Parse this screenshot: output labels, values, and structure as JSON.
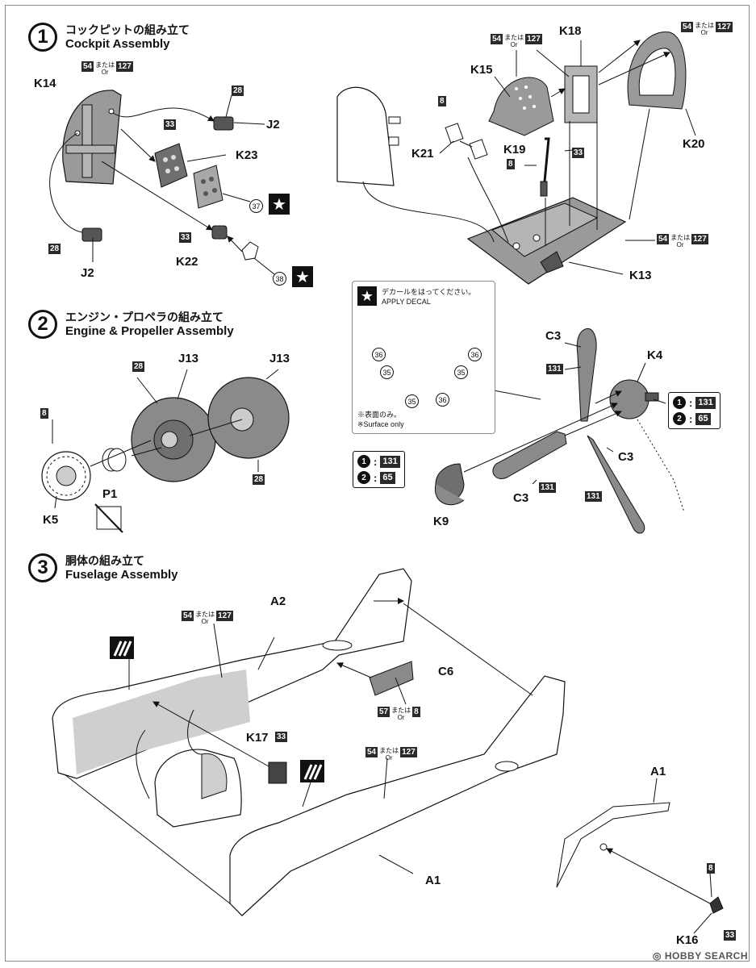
{
  "steps": [
    {
      "num": "1",
      "jp": "コックピットの組み立て",
      "en": "Cockpit Assembly"
    },
    {
      "num": "2",
      "jp": "エンジン・プロペラの組み立て",
      "en": "Engine & Propeller Assembly"
    },
    {
      "num": "3",
      "jp": "胴体の組み立て",
      "en": "Fuselage Assembly"
    }
  ],
  "parts": {
    "k14": "K14",
    "k23": "K23",
    "k22": "K22",
    "j2a": "J2",
    "j2b": "J2",
    "k18": "K18",
    "k15": "K15",
    "k20": "K20",
    "k21": "K21",
    "k19": "K19",
    "k13": "K13",
    "j13a": "J13",
    "j13b": "J13",
    "k5": "K5",
    "p1": "P1",
    "c3a": "C3",
    "c3b": "C3",
    "c3c": "C3",
    "k4": "K4",
    "k9": "K9",
    "a2": "A2",
    "c6": "C6",
    "k17": "K17",
    "a1a": "A1",
    "a1b": "A1",
    "k16": "K16"
  },
  "color_codes": {
    "c28": "28",
    "c33": "33",
    "c8": "8",
    "c54": "54",
    "c127": "127",
    "c131": "131",
    "c65": "65",
    "c57": "57"
  },
  "or_jp": "または",
  "or_en": "Or",
  "decal_numbers": {
    "d35": "35",
    "d36": "36",
    "d37": "37",
    "d38": "38"
  },
  "decal_panel": {
    "jp": "デカールをはってください。",
    "en": "APPLY DECAL",
    "note_jp": "※表面のみ。",
    "note_en": "※Surface only"
  },
  "paint_options": [
    {
      "option": "1",
      "code": "131"
    },
    {
      "option": "2",
      "code": "65"
    }
  ],
  "star_icon": "★",
  "watermark": "HOBBY SEARCH",
  "colors": {
    "ink": "#111111",
    "part_fill": "#8a8a8a",
    "panel": "#cfcfcf"
  }
}
